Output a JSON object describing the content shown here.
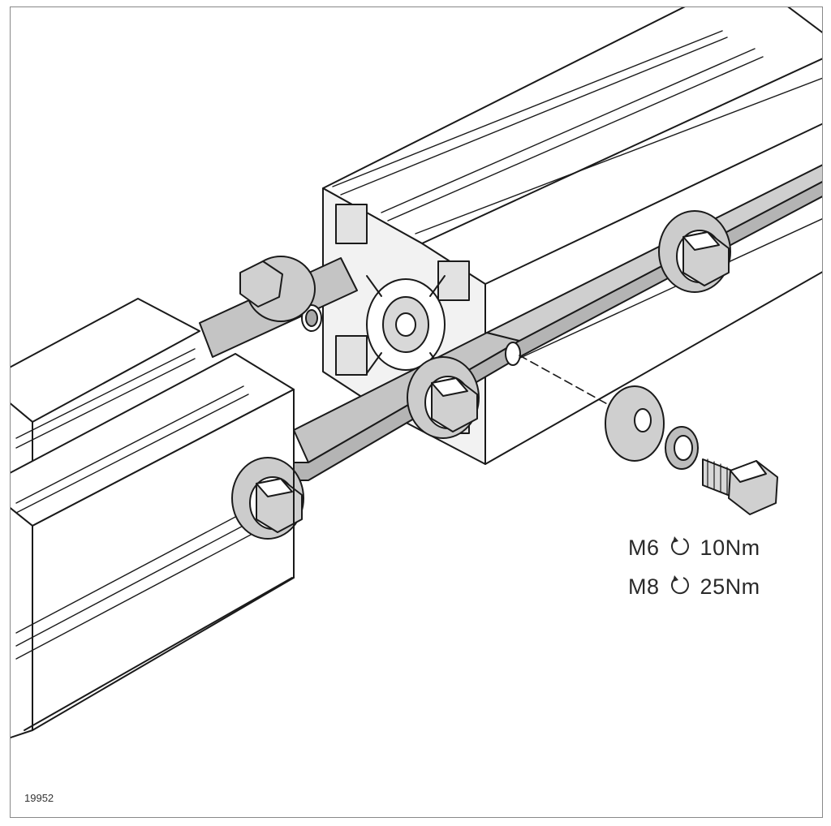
{
  "figure_number": "19952",
  "torque_specs": [
    {
      "thread": "M6",
      "icon": "clockwise-rotation-icon",
      "torque": "10Nm"
    },
    {
      "thread": "M8",
      "icon": "clockwise-rotation-icon",
      "torque": "25Nm"
    }
  ],
  "colors": {
    "line": "#1a1a1a",
    "shade": "#c8c8c8",
    "shade_dark": "#a8a8a8",
    "face": "#efefef"
  }
}
